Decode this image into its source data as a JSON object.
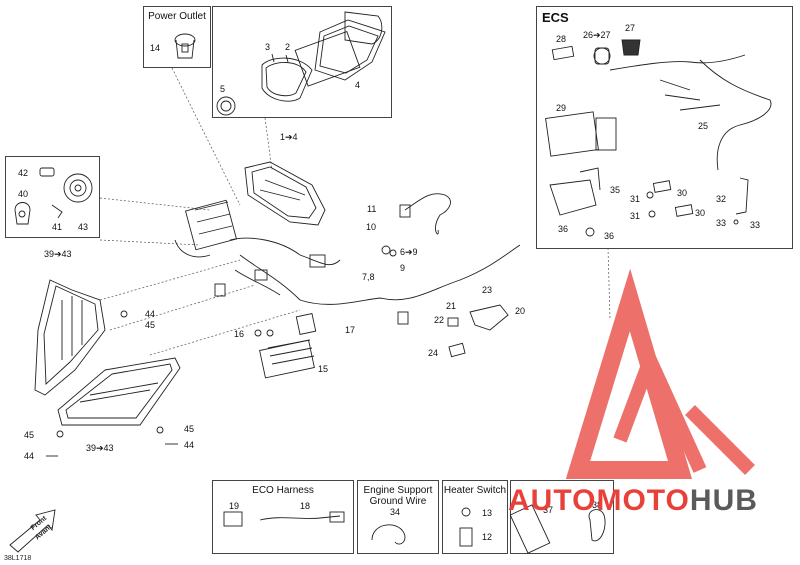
{
  "frames": {
    "power_outlet": "Power Outlet",
    "ecs": "ECS",
    "eco_harness": "ECO Harness",
    "engine_support_1": "Engine Support",
    "engine_support_2": "Ground Wire",
    "heater_switch": "Heater Switch"
  },
  "labels": {
    "l14": "14",
    "l3": "3",
    "l2": "2",
    "l5": "5",
    "l4": "4",
    "l1_4": "1➔4",
    "l42": "42",
    "l40": "40",
    "l41": "41",
    "l43": "43",
    "l39_43": "39➔43",
    "l11": "11",
    "l10": "10",
    "l6_9": "6➔9",
    "l7_8": "7,8",
    "l9": "9",
    "l44a": "44",
    "l45a": "45",
    "l16": "16",
    "l15": "15",
    "l17": "17",
    "l21": "21",
    "l22": "22",
    "l23": "23",
    "l20": "20",
    "l24": "24",
    "l45b": "45",
    "l44b": "44",
    "l39_43b": "39➔43",
    "l45c": "45",
    "l44c": "44",
    "l28": "28",
    "l26_27": "26➔27",
    "l27": "27",
    "l29": "29",
    "l25": "25",
    "l35": "35",
    "l30a": "30",
    "l31a": "31",
    "l31b": "31",
    "l30b": "30",
    "l36a": "36",
    "l36b": "36",
    "l32": "32",
    "l33a": "33",
    "l33b": "33",
    "l19": "19",
    "l18": "18",
    "l34": "34",
    "l13": "13",
    "l12": "12",
    "l37": "37",
    "l38": "38"
  },
  "front_arrow": {
    "line1": "Front",
    "line2": "Avant"
  },
  "ref_code": "38L1718",
  "watermark": {
    "part1": "AUTO",
    "part2": "MOTO",
    "part3": "HUB"
  },
  "colors": {
    "watermark_red": "#e8413a",
    "watermark_gray": "#5a5a5a"
  }
}
